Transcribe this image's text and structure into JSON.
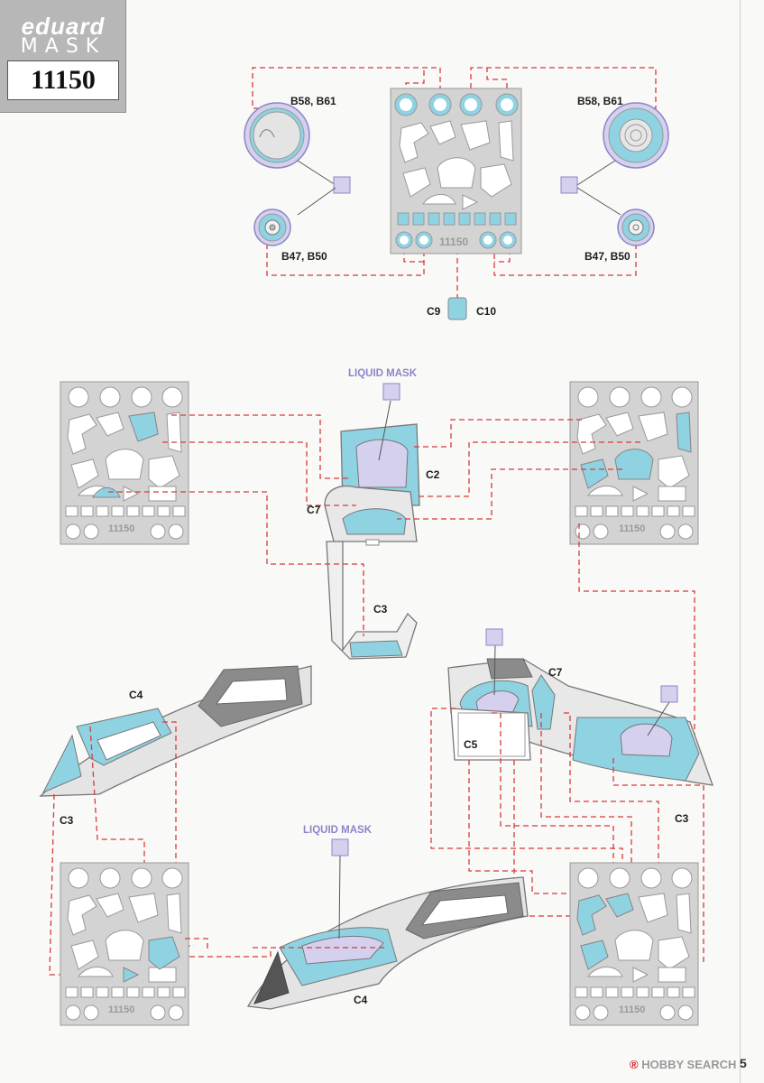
{
  "header": {
    "brand": "eduard",
    "product": "MASK",
    "code": "11150"
  },
  "wheel_labels": {
    "top_left": "B58, B61",
    "top_right": "B58, B61",
    "bottom_left": "B47, B50",
    "bottom_right": "B47, B50"
  },
  "part_labels": {
    "c9": "C9",
    "c10": "C10",
    "c2": "C2",
    "c7_left": "C7",
    "c3_upper": "C3",
    "c4_left": "C4",
    "c3_left": "C3",
    "c7_right": "C7",
    "c5": "C5",
    "c3_right": "C3",
    "c4_bottom": "C4"
  },
  "notes": {
    "liquid_mask_top": "LIQUID MASK",
    "liquid_mask_bottom": "LIQUID MASK"
  },
  "sheet_code": "11150",
  "watermark": {
    "brand": "HOBBY SEARCH",
    "registered": "®"
  },
  "page_number": "5",
  "colors": {
    "mask_blue": "#8fd3e3",
    "liquid_mask": "#d4d0ee",
    "frame_gray": "#8b8b8b",
    "sheet_gray": "#d3d3d3",
    "leader_red": "#d83a3a"
  }
}
